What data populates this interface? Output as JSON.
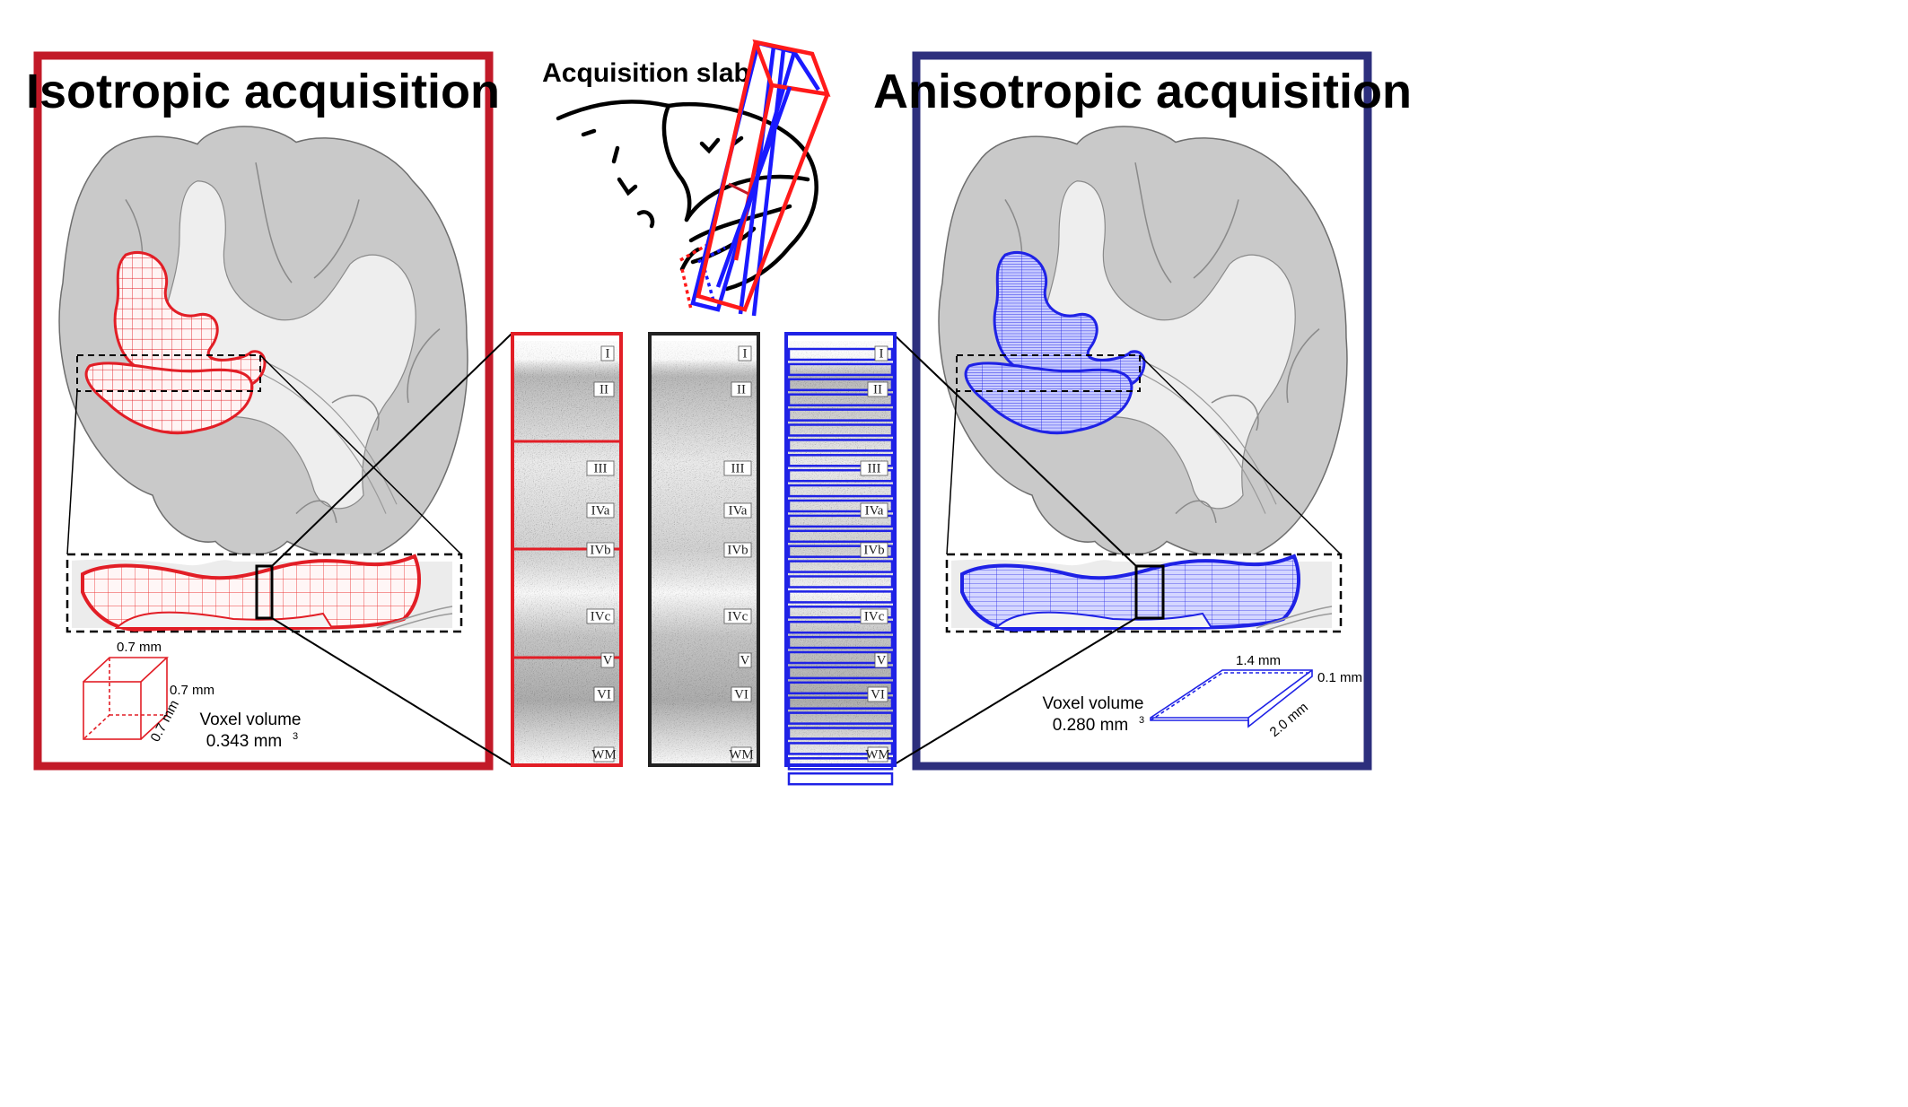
{
  "panels": {
    "isotropic": {
      "title": "Isotropic acquisition",
      "accent": "#c21a28",
      "grid": "#e21e26"
    },
    "anisotropic": {
      "title": "Anisotropic acquisition",
      "accent": "#2d2f7d",
      "grid": "#1f22e6"
    }
  },
  "slab": {
    "label": "Acquisition slab",
    "colors": [
      "#ff1a1a",
      "#1a1aff"
    ]
  },
  "voxel_iso": {
    "dims": [
      "0.7 mm",
      "0.7 mm",
      "0.7 mm"
    ],
    "volume_label": "Voxel volume",
    "volume_value": "0.343 mm",
    "volume_exp": "3"
  },
  "voxel_aniso": {
    "dims": [
      "1.4 mm",
      "0.1 mm",
      "2.0 mm"
    ],
    "volume_label": "Voxel volume",
    "volume_value": "0.280 mm",
    "volume_exp": "3"
  },
  "cortical_layers": [
    "I",
    "II",
    "III",
    "IVa",
    "IVb",
    "IVc",
    "V",
    "VI",
    "WM"
  ],
  "strips": [
    "isotropic-voxel-strip",
    "histology-strip",
    "anisotropic-voxel-strip"
  ]
}
